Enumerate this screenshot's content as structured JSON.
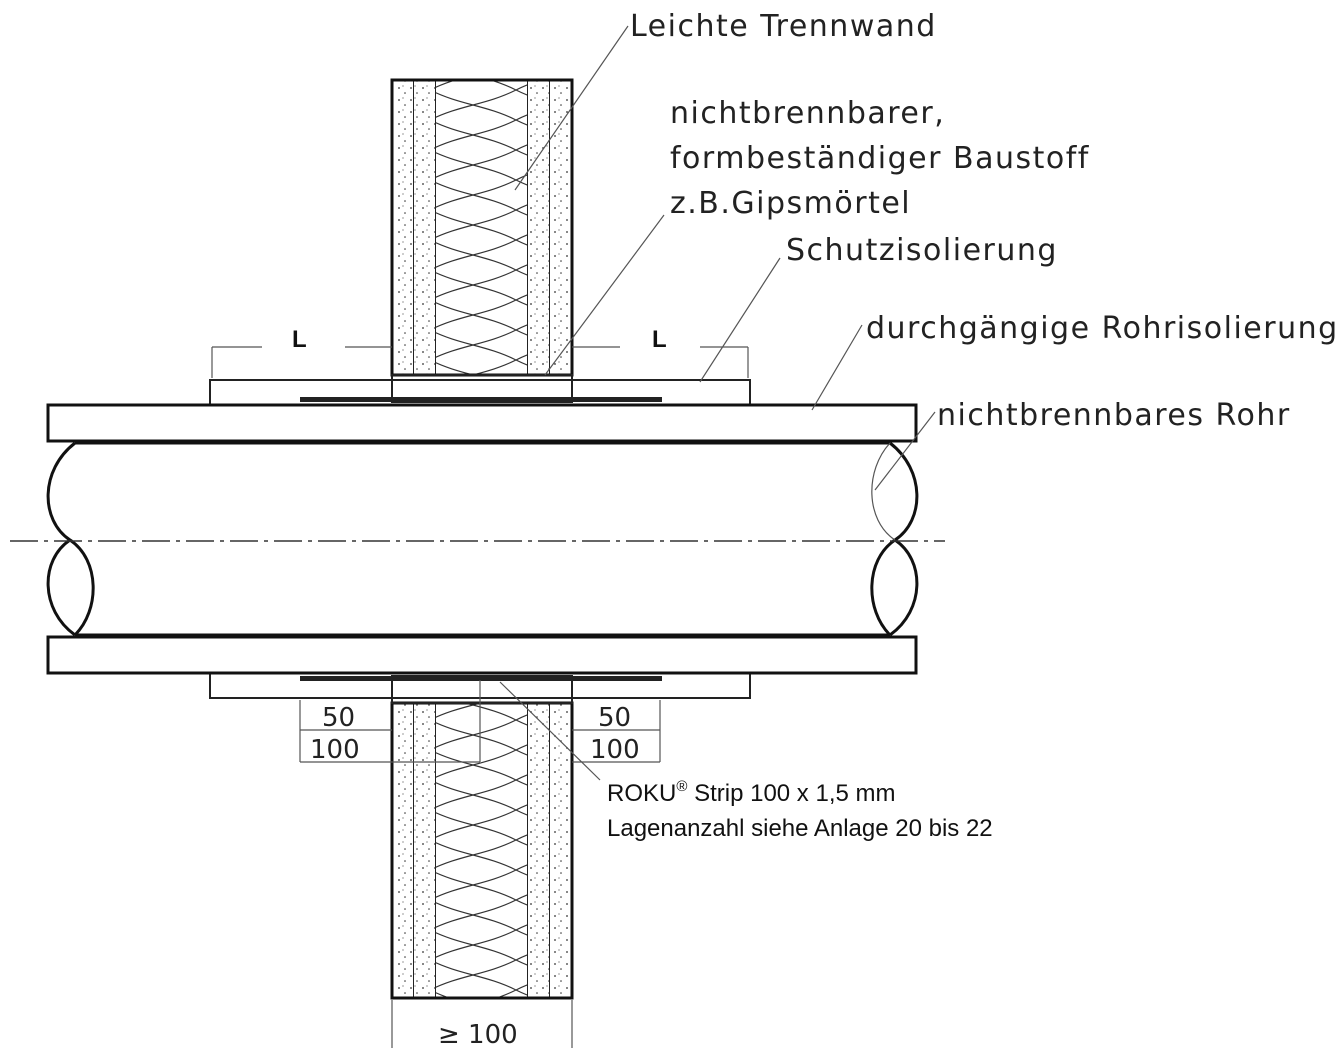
{
  "labels": {
    "wall": "Leichte Trennwand",
    "filler_line1": "nichtbrennbarer,",
    "filler_line2": "formbeständiger Baustoff",
    "filler_line3": "z.B.Gipsmörtel",
    "protective_insulation": "Schutzisolierung",
    "continuous_insulation": "durchgängige Rohrisolierung",
    "pipe": "nichtbrennbares Rohr",
    "roku_line1_main": "ROKU",
    "roku_line1_sup": "®",
    "roku_line1_rest": " Strip 100 x 1,5 mm",
    "roku_line2": "Lagenanzahl siehe Anlage 20 bis 22"
  },
  "dimensions": {
    "length_left": "L",
    "length_right": "L",
    "strip_overlap_left": "50",
    "strip_width_left": "100",
    "strip_overlap_right": "50",
    "strip_width_right": "100",
    "wall_thickness": "≥ 100"
  }
}
